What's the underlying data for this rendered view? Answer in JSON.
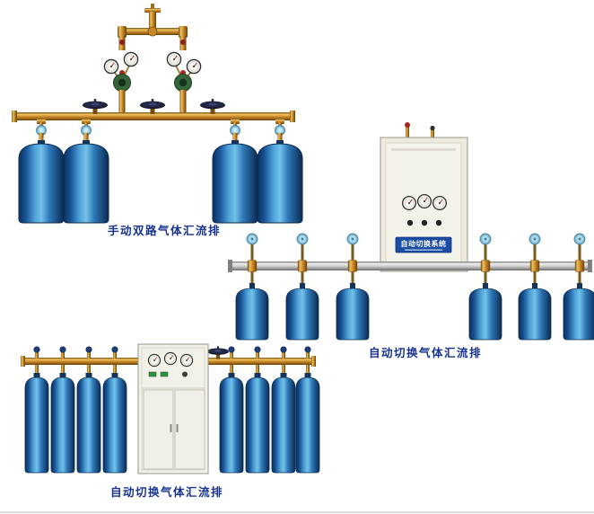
{
  "page": {
    "background_color": "#ffffff",
    "bottom_border_color": "#c6c6c6"
  },
  "products": [
    {
      "id": "manual-dual-line-manifold",
      "caption": "手动双路气体汇流排",
      "cylinder_count": 4,
      "regulator_count": 2,
      "pressure_gauge_count": 4,
      "handwheel_valve_count": 3
    },
    {
      "id": "auto-switch-manifold-wall-cabinet",
      "caption": "自动切换气体汇流排",
      "cabinet_label": "自动切换系统",
      "cylinder_count": 6,
      "pressure_gauge_count": 3
    },
    {
      "id": "auto-switch-manifold-floor-cabinet",
      "caption": "自动切换气体汇流排",
      "cylinder_count": 8,
      "pressure_gauge_count": 3
    }
  ],
  "colors": {
    "caption_text": "#15338f",
    "brass_pipe": "#c8882a",
    "silver_pipe": "#c2c2c2",
    "cylinder_blue": "#1e62ab",
    "cylinder_highlight": "#72c2ea",
    "valve_cap_blue": "#aadcee",
    "cabinet_body": "#f0efe6",
    "cabinet_label_plate": "#1b4da6",
    "regulator_green": "#35663a"
  }
}
